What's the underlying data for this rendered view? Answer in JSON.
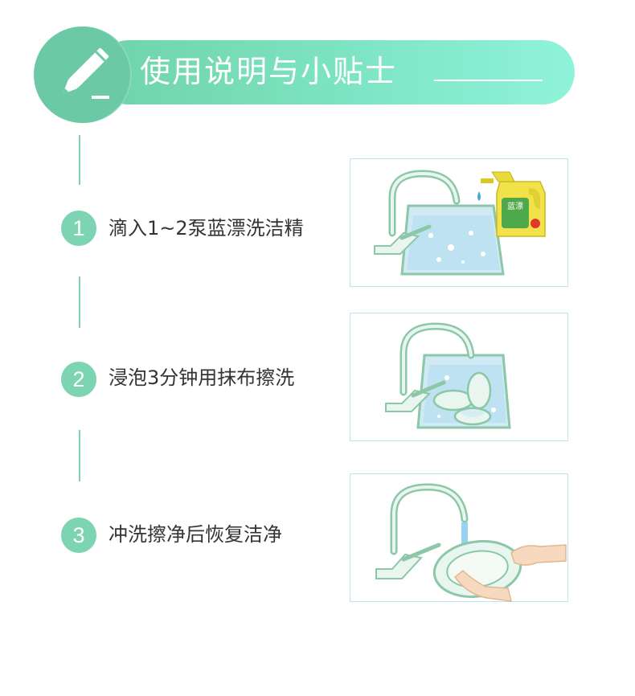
{
  "header": {
    "title": "使用说明与小贴士",
    "icon": "pencil-icon",
    "accent": "#6fd3a9"
  },
  "steps": [
    {
      "number": "1",
      "text": "滴入1~2泵蓝漂洗洁精",
      "illustration": "sink-with-detergent-bottle"
    },
    {
      "number": "2",
      "text": "浸泡3分钟用抹布擦洗",
      "illustration": "sink-soaking-bowls"
    },
    {
      "number": "3",
      "text": "冲洗擦净后恢复洁净",
      "illustration": "hands-rinsing-plate"
    }
  ],
  "bottle_label": "蓝漂"
}
